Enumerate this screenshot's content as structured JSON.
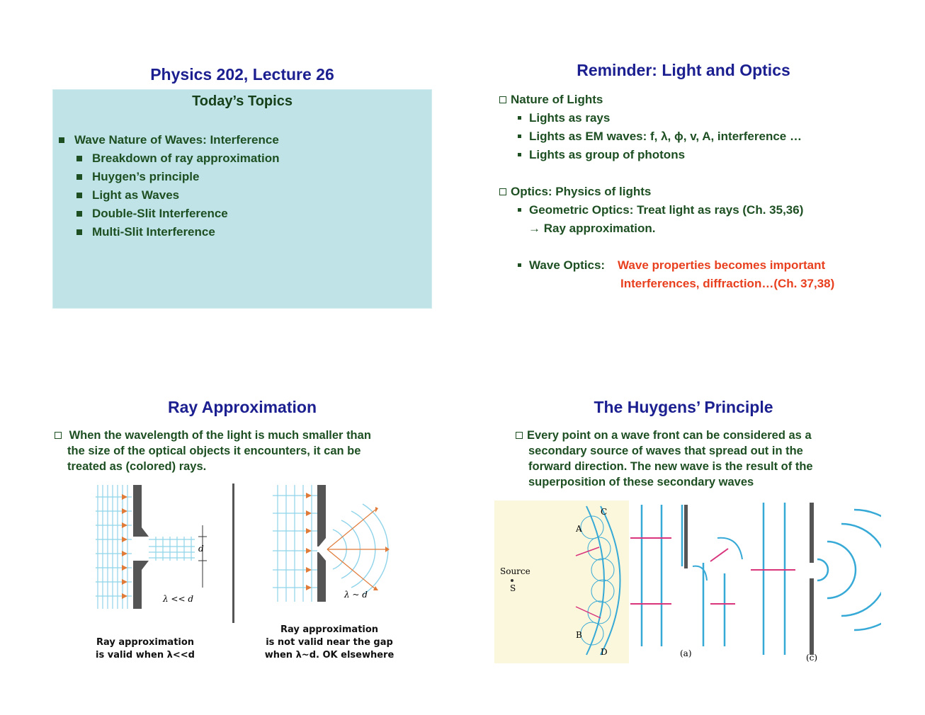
{
  "slide1": {
    "title": "Physics 202, Lecture 26",
    "box_heading": "Today’s Topics",
    "items": [
      "Wave Nature of Waves: Interference",
      "Breakdown of ray approximation",
      "Huygen’s principle",
      "Light as Waves",
      "Double-Slit Interference",
      "Multi-Slit Interference"
    ]
  },
  "slide2": {
    "title": "Reminder: Light and Optics",
    "section1": "Nature of Lights",
    "section1_items": [
      "Lights as rays",
      "Lights as EM waves: f, λ, ϕ, v, A, interference …",
      "Lights as group of photons"
    ],
    "section2": "Optics: Physics of lights",
    "geo": "Geometric Optics: Treat light as rays (Ch. 35,36)",
    "geo_arrow": "→",
    "geo_sub": "Ray approximation.",
    "wave_label": "Wave Optics:",
    "wave_red_1": "Wave properties becomes important",
    "wave_red_2": "Interferences, diffraction…(Ch. 37,38)"
  },
  "slide3": {
    "title": "Ray Approximation",
    "text_lines": [
      "When the wavelength of the light is much smaller than",
      "the size of the optical objects it encounters, it can be",
      "treated as (colored) rays."
    ],
    "fig_left_label": "λ << d",
    "fig_d": "d",
    "fig_right_label": "λ ~ d",
    "caption_left": [
      "Ray approximation",
      "is valid when λ<<d"
    ],
    "caption_right": [
      "Ray approximation",
      "is not valid near the gap",
      "when λ~d.  OK elsewhere"
    ]
  },
  "slide4": {
    "title": "The Huygens’ Principle",
    "text_lines": [
      "Every point on a wave front can be considered as a",
      "secondary source of waves that spread out in the",
      "forward direction. The new wave is the result of the",
      "superposition of these secondary waves"
    ],
    "fig_labels": {
      "a": "A",
      "b": "B",
      "c": "C",
      "d": "D",
      "source": "Source",
      "s": "S",
      "panel_a": "(a)",
      "panel_c": "(c)"
    }
  },
  "colors": {
    "title": "#1b1f8f",
    "text": "#1d4f22",
    "red": "#e8401f",
    "box": "#bfe3e6",
    "wave": "#36a9d6"
  }
}
